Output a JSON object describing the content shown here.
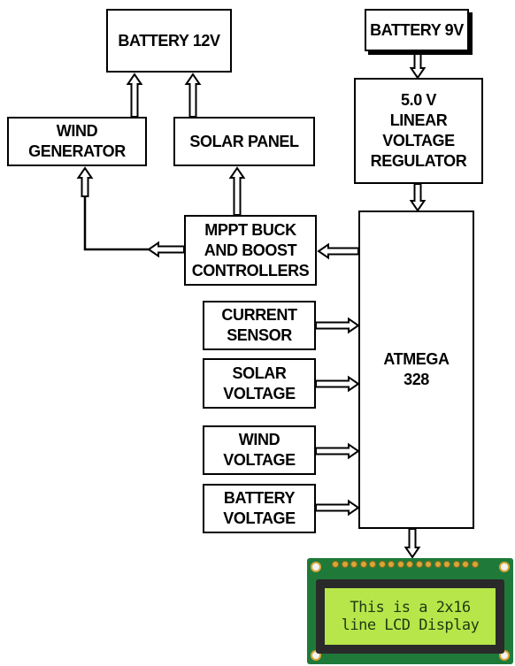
{
  "blocks": {
    "battery_12v": {
      "lines": [
        "BATTERY 12V"
      ]
    },
    "wind_generator": {
      "lines": [
        "WIND",
        "GENERATOR"
      ]
    },
    "solar_panel": {
      "lines": [
        "SOLAR PANEL"
      ]
    },
    "battery_9v": {
      "lines": [
        "BATTERY 9V"
      ]
    },
    "regulator": {
      "lines": [
        "5.0 V",
        "LINEAR",
        "VOLTAGE",
        "REGULATOR"
      ]
    },
    "mppt": {
      "lines": [
        "MPPT BUCK",
        "AND BOOST",
        "CONTROLLERS"
      ]
    },
    "atmega": {
      "lines": [
        "ATMEGA",
        "328"
      ]
    },
    "current_sensor": {
      "lines": [
        "CURRENT",
        "SENSOR"
      ]
    },
    "solar_voltage": {
      "lines": [
        "SOLAR",
        "VOLTAGE"
      ]
    },
    "wind_voltage": {
      "lines": [
        "WIND",
        "VOLTAGE"
      ]
    },
    "battery_voltage": {
      "lines": [
        "BATTERY",
        "VOLTAGE"
      ]
    }
  },
  "lcd": {
    "lines": [
      "This is a 2x16",
      "line LCD Display"
    ]
  },
  "colors": {
    "stroke": "#000000",
    "lcd_pcb": "#1f7a3a",
    "lcd_screen": "#b7e64a",
    "lcd_text": "#1c3a12"
  }
}
